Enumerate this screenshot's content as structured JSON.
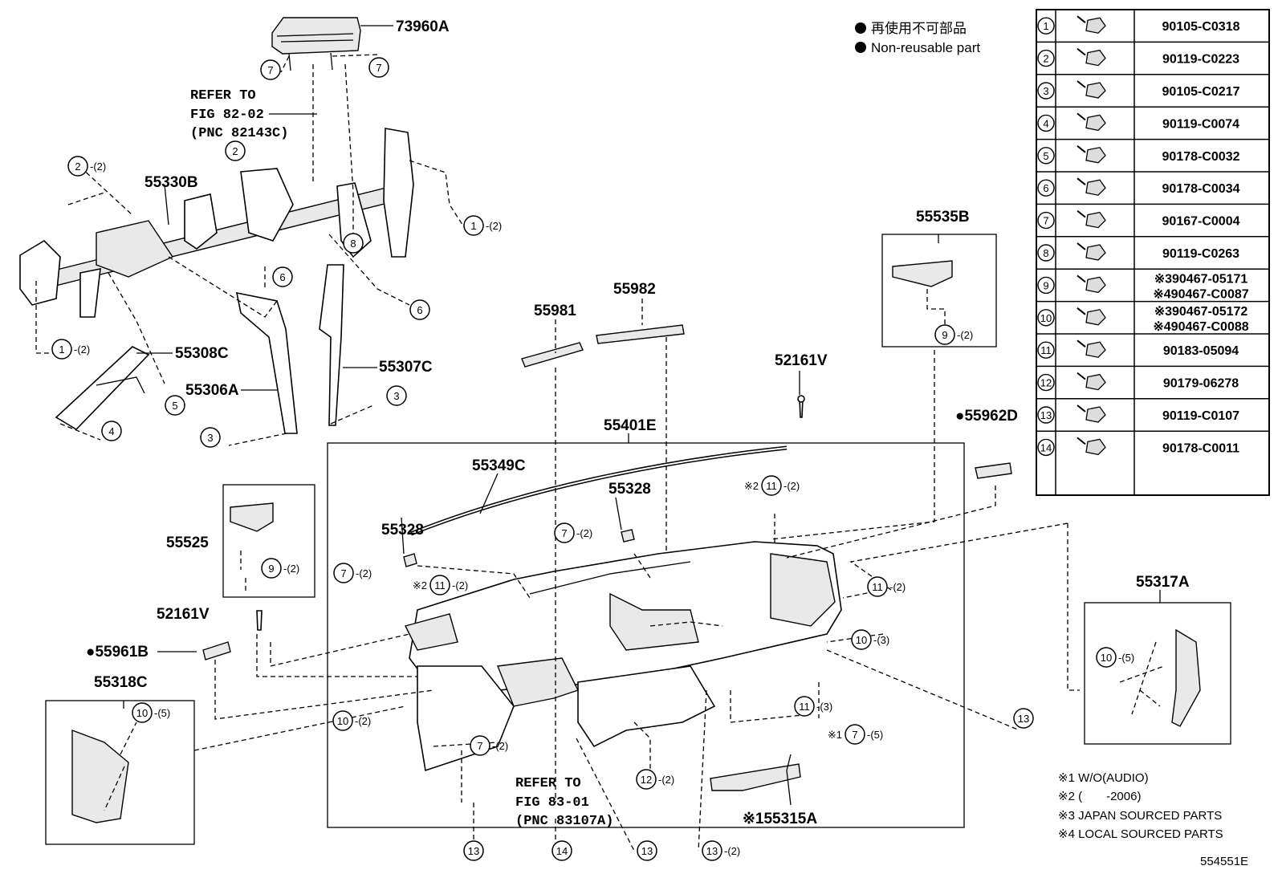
{
  "labels": {
    "p73960A": "73960A",
    "p55330B": "55330B",
    "p55308C": "55308C",
    "p55306A": "55306A",
    "p55307C": "55307C",
    "p55981": "55981",
    "p55982": "55982",
    "p55535B": "55535B",
    "p52161V_a": "52161V",
    "p52161V_b": "52161V",
    "p55962D": "●55962D",
    "p55401E": "55401E",
    "p55349C": "55349C",
    "p55328_a": "55328",
    "p55328_b": "55328",
    "p55525": "55525",
    "p55961B": "●55961B",
    "p55318C": "55318C",
    "p55317A": "55317A",
    "p55315A": "※155315A"
  },
  "refer1": [
    "REFER TO",
    "FIG 82-02",
    "(PNC 82143C)"
  ],
  "refer2": [
    "REFER TO",
    "FIG 83-01",
    "(PNC 83107A)"
  ],
  "legend": {
    "jp": "再使用不可部品",
    "en": "Non-reusable part"
  },
  "parts_table": [
    {
      "num": "1",
      "part": "90105-C0318"
    },
    {
      "num": "2",
      "part": "90119-C0223"
    },
    {
      "num": "3",
      "part": "90105-C0217"
    },
    {
      "num": "4",
      "part": "90119-C0074"
    },
    {
      "num": "5",
      "part": "90178-C0032"
    },
    {
      "num": "6",
      "part": "90178-C0034"
    },
    {
      "num": "7",
      "part": "90167-C0004"
    },
    {
      "num": "8",
      "part": "90119-C0263"
    },
    {
      "num": "9",
      "part": "※390467-05171",
      "part2": "※490467-C0087"
    },
    {
      "num": "10",
      "part": "※390467-05172",
      "part2": "※490467-C0088"
    },
    {
      "num": "11",
      "part": "90183-05094"
    },
    {
      "num": "12",
      "part": "90179-06278"
    },
    {
      "num": "13",
      "part": "90119-C0107"
    },
    {
      "num": "14",
      "part": "90178-C0011"
    }
  ],
  "notes": [
    "※1 W/O(AUDIO)",
    "※2 (　　-2006)",
    "※3 JAPAN SOURCED PARTS",
    "※4 LOCAL SOURCED PARTS"
  ],
  "diagram_id": "554551E",
  "callouts": {
    "c7a": "7",
    "c7b": "7",
    "c8": "8",
    "c2a": "2",
    "c2a_q": "-(2)",
    "c2b": "2",
    "c1a": "1",
    "c1a_q": "-(2)",
    "c1b": "1",
    "c1b_q": "-(2)",
    "c6a": "6",
    "c6b": "6",
    "c5": "5",
    "c4": "4",
    "c3a": "3",
    "c3b": "3",
    "c9a": "9",
    "c9a_q": "-(2)",
    "c9b": "9",
    "c9b_q": "-(2)",
    "c11a": "11",
    "c11a_q": "-(2)",
    "c11a_p": "※2",
    "c11b": "11",
    "c11b_q": "-(2)",
    "c11b_p": "※2",
    "c11c": "11",
    "c11c_q": "-(2)",
    "c11d": "11",
    "c11d_q": "-(3)",
    "c7c": "7",
    "c7c_q": "-(2)",
    "c7d": "7",
    "c7d_q": "-(2)",
    "c7e": "7",
    "c7e_q": "-(2)",
    "c7f": "7",
    "c7f_q": "-(5)",
    "c7f_p": "※1",
    "c10a": "10",
    "c10a_q": "-(2)",
    "c10b": "10",
    "c10b_q": "-(3)",
    "c10c": "10",
    "c10c_q": "-(5)",
    "c10d": "10",
    "c10d_q": "-(5)",
    "c12": "12",
    "c12_q": "-(2)",
    "c13a": "13",
    "c13b": "13",
    "c13c": "13",
    "c13d": "13",
    "c13d_q": "-(2)",
    "c14": "14"
  }
}
